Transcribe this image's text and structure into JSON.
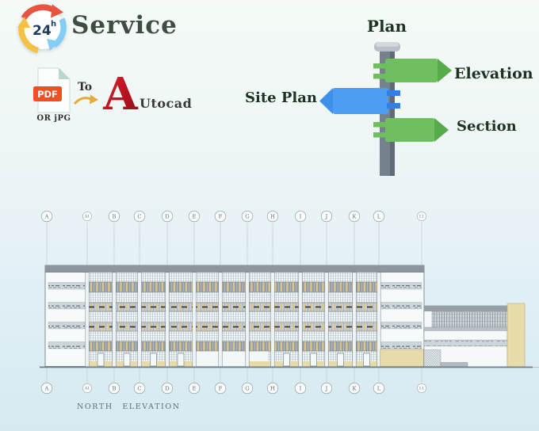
{
  "header": {
    "badge_number": "24",
    "badge_sup": "h",
    "title": "Service"
  },
  "conversion": {
    "pdf_label": "PDF",
    "or_label": "OR jPG",
    "to_label": "To",
    "autocad_initial": "A",
    "autocad_rest": "Utocad"
  },
  "signpost": {
    "plan": "Plan",
    "elevation": "Elevation",
    "site_plan": "Site Plan",
    "section": "Section"
  },
  "drawing": {
    "grid_labels": [
      "A",
      "A1",
      "B",
      "C",
      "D",
      "E",
      "F",
      "G",
      "H",
      "I",
      "J",
      "K",
      "L",
      "L1"
    ],
    "caption": "NORTH ELEVATION"
  },
  "colors": {
    "title_green": "#3e4d42",
    "sign_green": "#6fbf5f",
    "sign_green_dark": "#57ac49",
    "sign_blue": "#4d9df5",
    "sign_blue_bright": "#2f80e8",
    "post_gray": "#75818d",
    "autocad_red": "#b81321",
    "pdf_orange": "#f04e23",
    "arrow_orange": "#e9a83c",
    "cycle_red": "#e65540",
    "cycle_blue": "#85cdf2",
    "cycle_yellow": "#f5c044",
    "drawing_tan": "#e7dbac",
    "drawing_gray": "#8e969d",
    "label_ink": "#1c3222"
  }
}
